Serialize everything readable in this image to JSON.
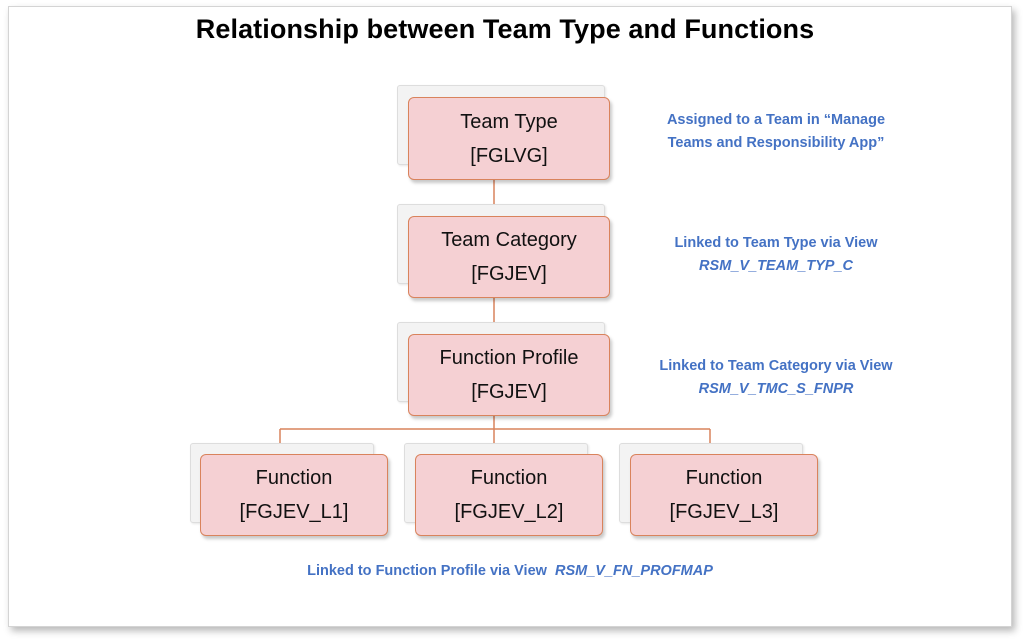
{
  "title": "Relationship between Team Type and Functions",
  "nodes": {
    "team_type": {
      "label": "Team Type",
      "code": "[FGLVG]"
    },
    "team_category": {
      "label": "Team Category",
      "code": "[FGJEV]"
    },
    "function_profile": {
      "label": "Function Profile",
      "code": "[FGJEV]"
    },
    "functions": [
      {
        "label": "Function",
        "code": "[FGJEV_L1]"
      },
      {
        "label": "Function",
        "code": "[FGJEV_L2]"
      },
      {
        "label": "Function",
        "code": "[FGJEV_L3]"
      }
    ]
  },
  "notes": {
    "team_type": {
      "line1": "Assigned to a Team in “Manage",
      "line2": "Teams and Responsibility App”"
    },
    "team_category": {
      "line1": "Linked to Team Type via View",
      "line2": "RSM_V_TEAM_TYP_C"
    },
    "function_profile": {
      "line1": "Linked to Team Category via View",
      "line2": "RSM_V_TMC_S_FNPR"
    },
    "functions": {
      "text": "Linked to Function Profile via View",
      "code": "RSM_V_FN_PROFMAP"
    }
  },
  "colors": {
    "node_fill": "#f5d0d3",
    "node_border": "#d9835c",
    "connector": "#d9835c",
    "note_text": "#4472c4"
  }
}
